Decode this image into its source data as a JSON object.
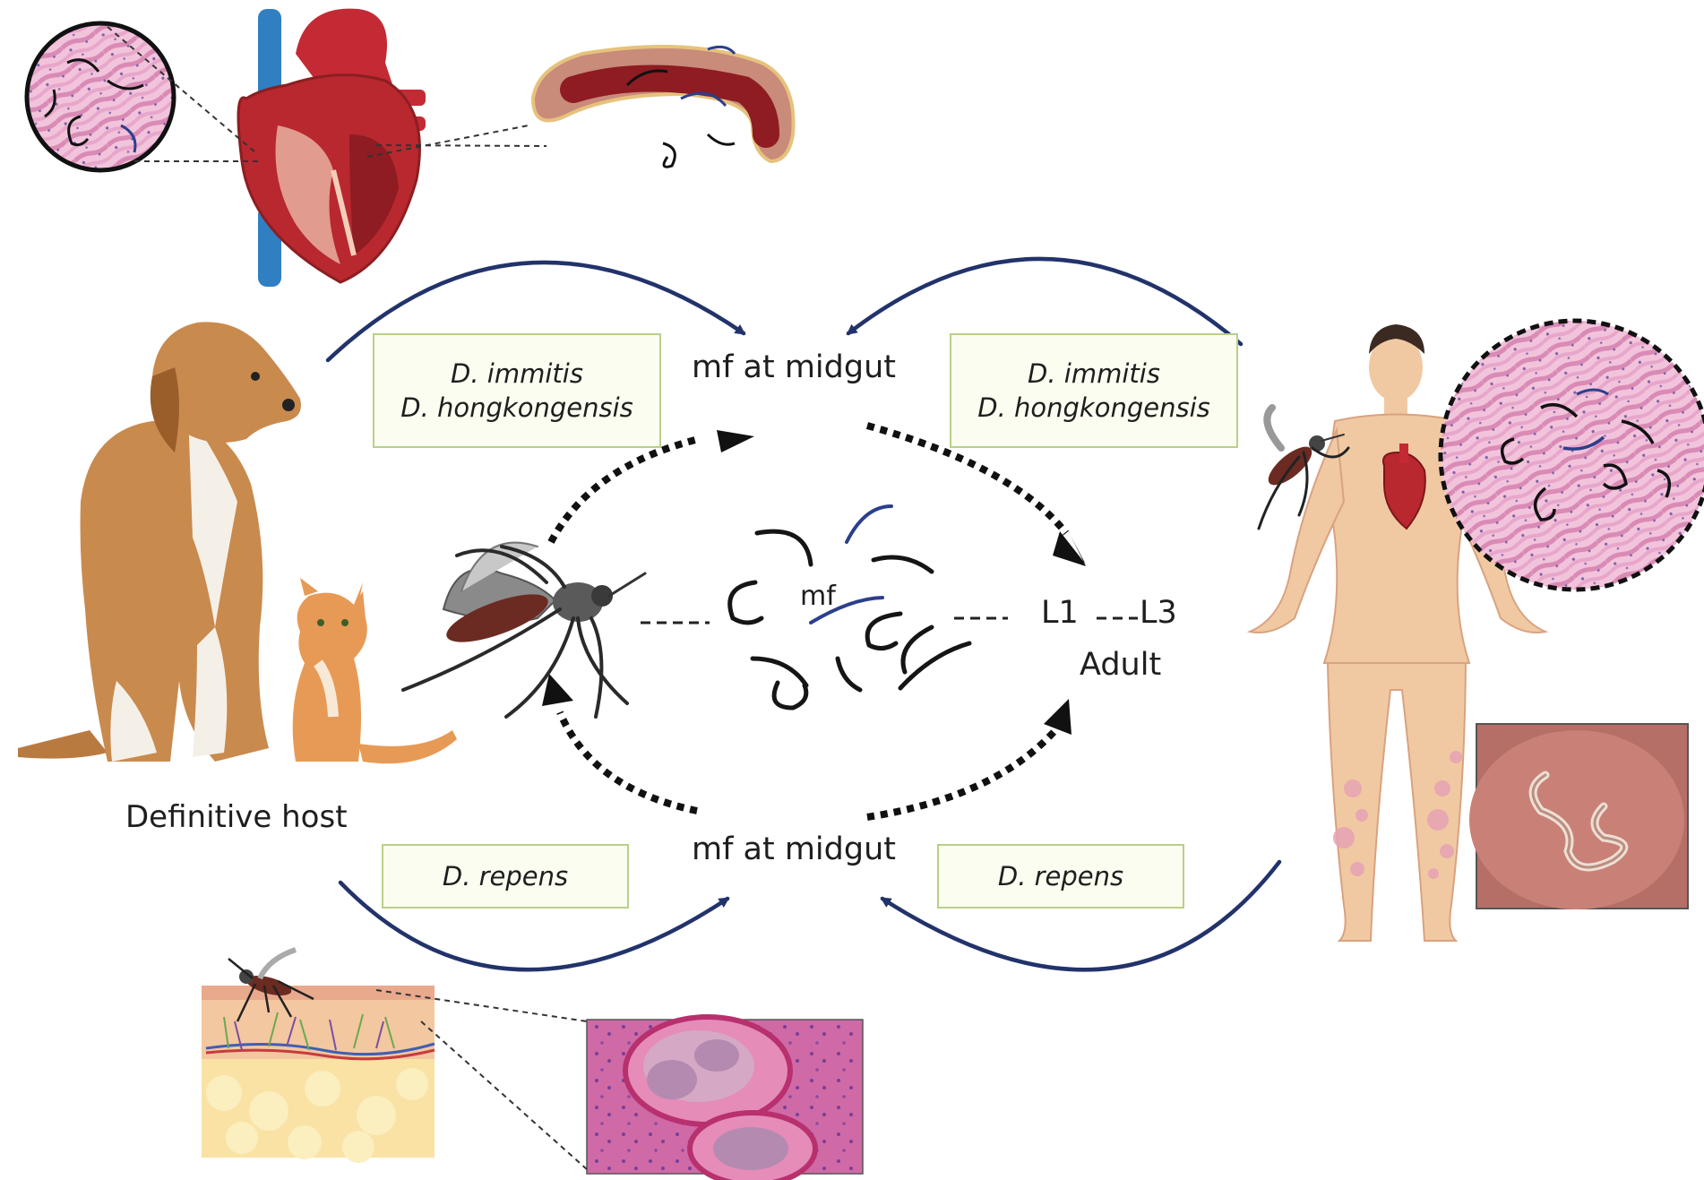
{
  "labels": {
    "mf_midgut_top": "mf at midgut",
    "mf_midgut_bottom": "mf at midgut",
    "mf_center": "mf",
    "l1": "L1",
    "l3": "L3",
    "adult": "Adult",
    "definitive_host": "Definitive host"
  },
  "boxes": {
    "top_left": {
      "line1": "D. immitis",
      "line2": "D. hongkongensis"
    },
    "top_right": {
      "line1": "D. immitis",
      "line2": "D. hongkongensis"
    },
    "bottom_left": {
      "line1": "D. repens"
    },
    "bottom_right": {
      "line1": "D. repens"
    }
  },
  "colors": {
    "arrow_solid": "#22336b",
    "arrow_dotted": "#111111",
    "box_fill": "#fbfdf0",
    "box_border": "#b9d08a",
    "worm_dark": "#151515",
    "worm_blue": "#2c3f8c",
    "tissue_pink": "#e6a3c4",
    "heart_red": "#b8282e"
  },
  "icons": [
    "heart-icon",
    "blood-vessel-icon",
    "dog-icon",
    "cat-icon",
    "mosquito-icon",
    "human-body-icon",
    "skin-section-icon",
    "histology-circle-icon",
    "microfilaria-icon"
  ]
}
